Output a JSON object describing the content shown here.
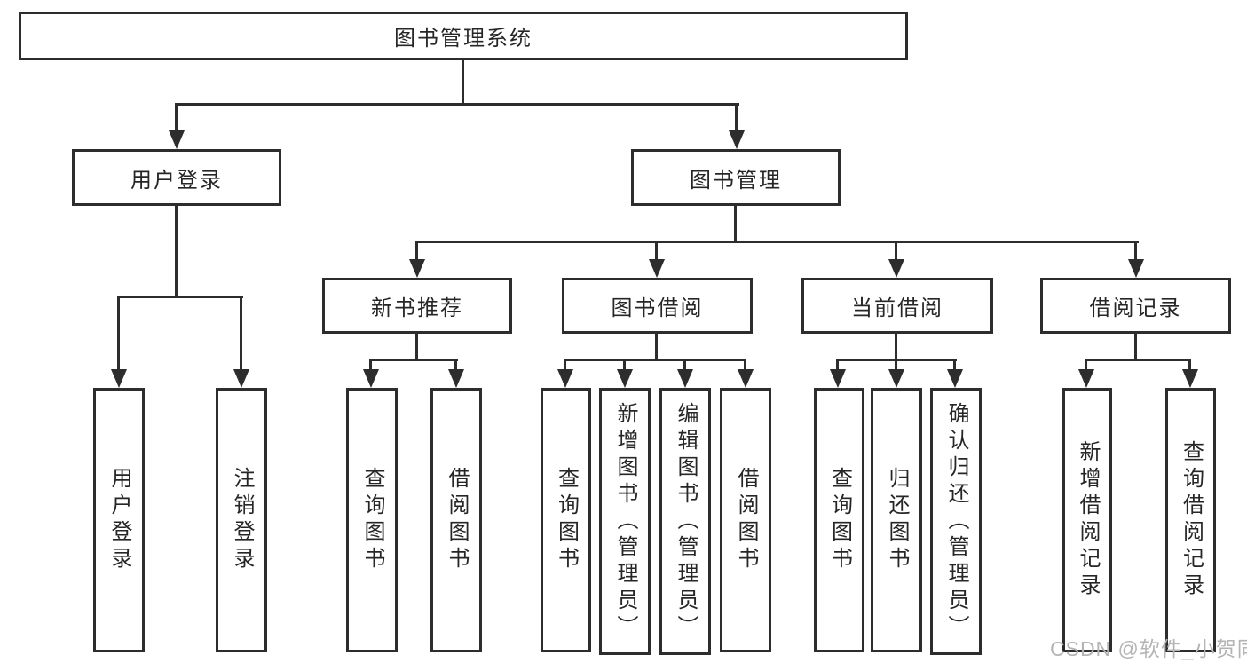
{
  "tree": {
    "root": {
      "label": "图书管理系统",
      "children": [
        {
          "label": "用户登录",
          "children": [
            {
              "label": "用户登录"
            },
            {
              "label": "注销登录"
            }
          ]
        },
        {
          "label": "图书管理",
          "children": [
            {
              "label": "新书推荐",
              "children": [
                {
                  "label": "查询图书"
                },
                {
                  "label": "借阅图书"
                }
              ]
            },
            {
              "label": "图书借阅",
              "children": [
                {
                  "label": "查询图书"
                },
                {
                  "label": "新增图书（管理员）"
                },
                {
                  "label": "编辑图书（管理员）"
                },
                {
                  "label": "借阅图书"
                }
              ]
            },
            {
              "label": "当前借阅",
              "children": [
                {
                  "label": "查询图书"
                },
                {
                  "label": "归还图书"
                },
                {
                  "label": "确认归还（管理员）"
                }
              ]
            },
            {
              "label": "借阅记录",
              "children": [
                {
                  "label": "新增借阅记录"
                },
                {
                  "label": "查询借阅记录"
                }
              ]
            }
          ]
        }
      ]
    }
  },
  "watermark": {
    "text": "CSDN @软件_小贺同学"
  },
  "colors": {
    "line": "#2d2d2d",
    "box_border": "#2d2d2d",
    "text": "#262626",
    "watermark": "#b4b4b4",
    "background": "#ffffff"
  }
}
